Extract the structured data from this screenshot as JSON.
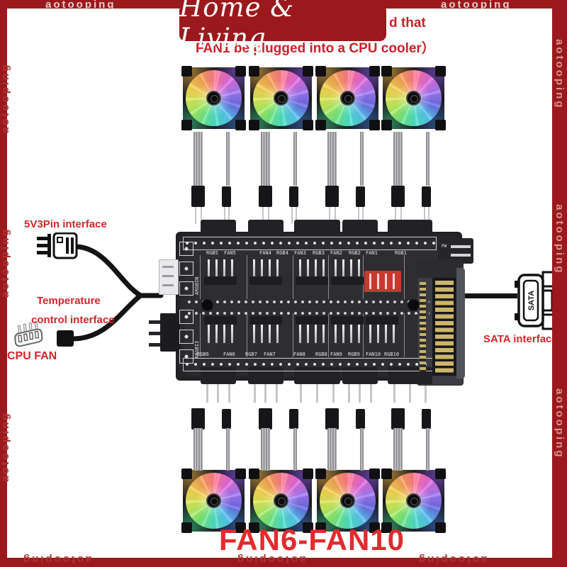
{
  "watermark": {
    "text": "aotooping"
  },
  "banner": {
    "title": "Home & Living"
  },
  "note": {
    "fragment": "d that",
    "line2": "FAN1 be plugged into a CPU cooler）"
  },
  "annotations": {
    "five_v": "5V3Pin interface",
    "temp_line1": "Temperature",
    "temp_line2": "control interface",
    "cpu_fan": "CPU FAN",
    "sata": "SATA interface",
    "sata_icon": "SATA"
  },
  "hub": {
    "top_labels": [
      "RGB5",
      "FAN5",
      "FAN4",
      "RGB4",
      "FAN3",
      "RGB3",
      "FAN2",
      "RGB2",
      "FAN1",
      "RGB1"
    ],
    "bottom_labels": [
      "RGB6",
      "FAN6",
      "RGB7",
      "FAN7",
      "FAN8",
      "RGB8",
      "FAN9",
      "RGB9",
      "FAN10",
      "RGB10"
    ],
    "argb_top": "ARGBIN",
    "argb_bottom": "ARGBII",
    "pw": "PW"
  },
  "footer": {
    "title": "FAN6-FAN10"
  },
  "colors": {
    "brand_red": "#9b191c",
    "note_red": "#cb2127",
    "label_red": "#d4252a",
    "footer_red": "#e22b2e",
    "pcb_black": "#2e2d31",
    "fan1_header_red": "#c7382e",
    "sata_gold": "#cdb56a"
  }
}
